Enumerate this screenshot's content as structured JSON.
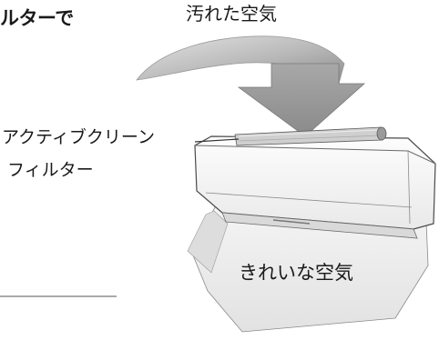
{
  "heading_partial": "ルターで",
  "labels": {
    "dirty_air": "汚れた空気",
    "filter_line1": "アクティブクリーン",
    "filter_line2": "フィルター",
    "clean_air": "きれいな空気"
  },
  "colors": {
    "arrow_dark": "#9a9a9a",
    "arrow_light": "#d6d6d6",
    "clean_air_fill": "#ebebeb",
    "outline": "#4a4a4a"
  }
}
